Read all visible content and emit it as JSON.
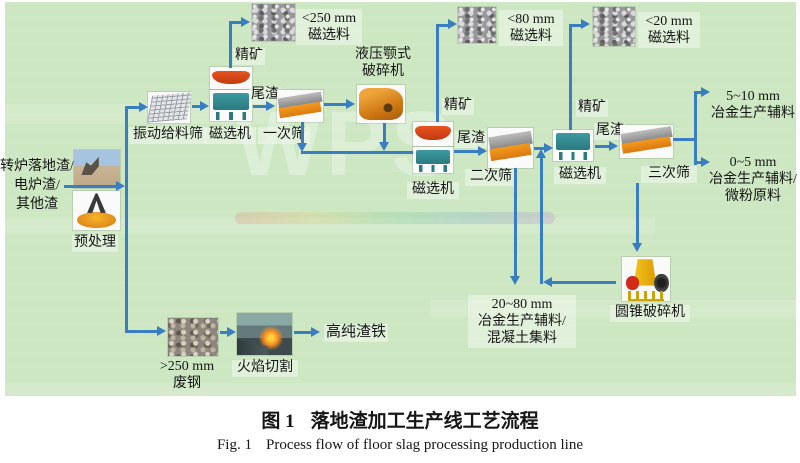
{
  "colors": {
    "background": "#cde7c3",
    "arrow": "#3a7ec2",
    "text": "#161616",
    "label_box": "#eff8ec"
  },
  "watermark": {
    "text": "WPS"
  },
  "input": {
    "line1": "转炉落地渣/",
    "line2": "电炉渣/",
    "line3": "其他渣",
    "pretreatment": "预处理"
  },
  "s1": {
    "feeder": "振动给料筛",
    "separator": "磁选机",
    "concentrate": "精矿",
    "tailings": "尾渣",
    "product_size": "<250 mm",
    "product_name": "磁选料",
    "screen": "一次筛",
    "crusher1": "液压颚式",
    "crusher2": "破碎机"
  },
  "s2": {
    "separator": "磁选机",
    "concentrate": "精矿",
    "tailings": "尾渣",
    "product_size": "<80 mm",
    "product_name": "磁选料",
    "screen": "二次筛"
  },
  "s3": {
    "separator": "磁选机",
    "concentrate": "精矿",
    "tailings": "尾渣",
    "product_size": "<20 mm",
    "product_name": "磁选料",
    "screen": "三次筛",
    "cone": "圆锥破碎机"
  },
  "out": {
    "o510": {
      "size": "5~10 mm",
      "use": "冶金生产辅料"
    },
    "o05": {
      "size": "0~5 mm",
      "use": "冶金生产辅料/",
      "use2": "微粉原料"
    },
    "o2080": {
      "size": "20~80 mm",
      "use": "冶金生产辅料/",
      "use2": "混凝土集料"
    }
  },
  "scrap": {
    "size": ">250 mm",
    "name": "废钢",
    "flame": "火焰切割",
    "product": "高纯渣铁"
  },
  "caption": {
    "fig_zh": "图 1",
    "title_zh": "落地渣加工生产线工艺流程",
    "fig_en": "Fig. 1",
    "title_en": "Process flow of floor slag processing production line"
  }
}
